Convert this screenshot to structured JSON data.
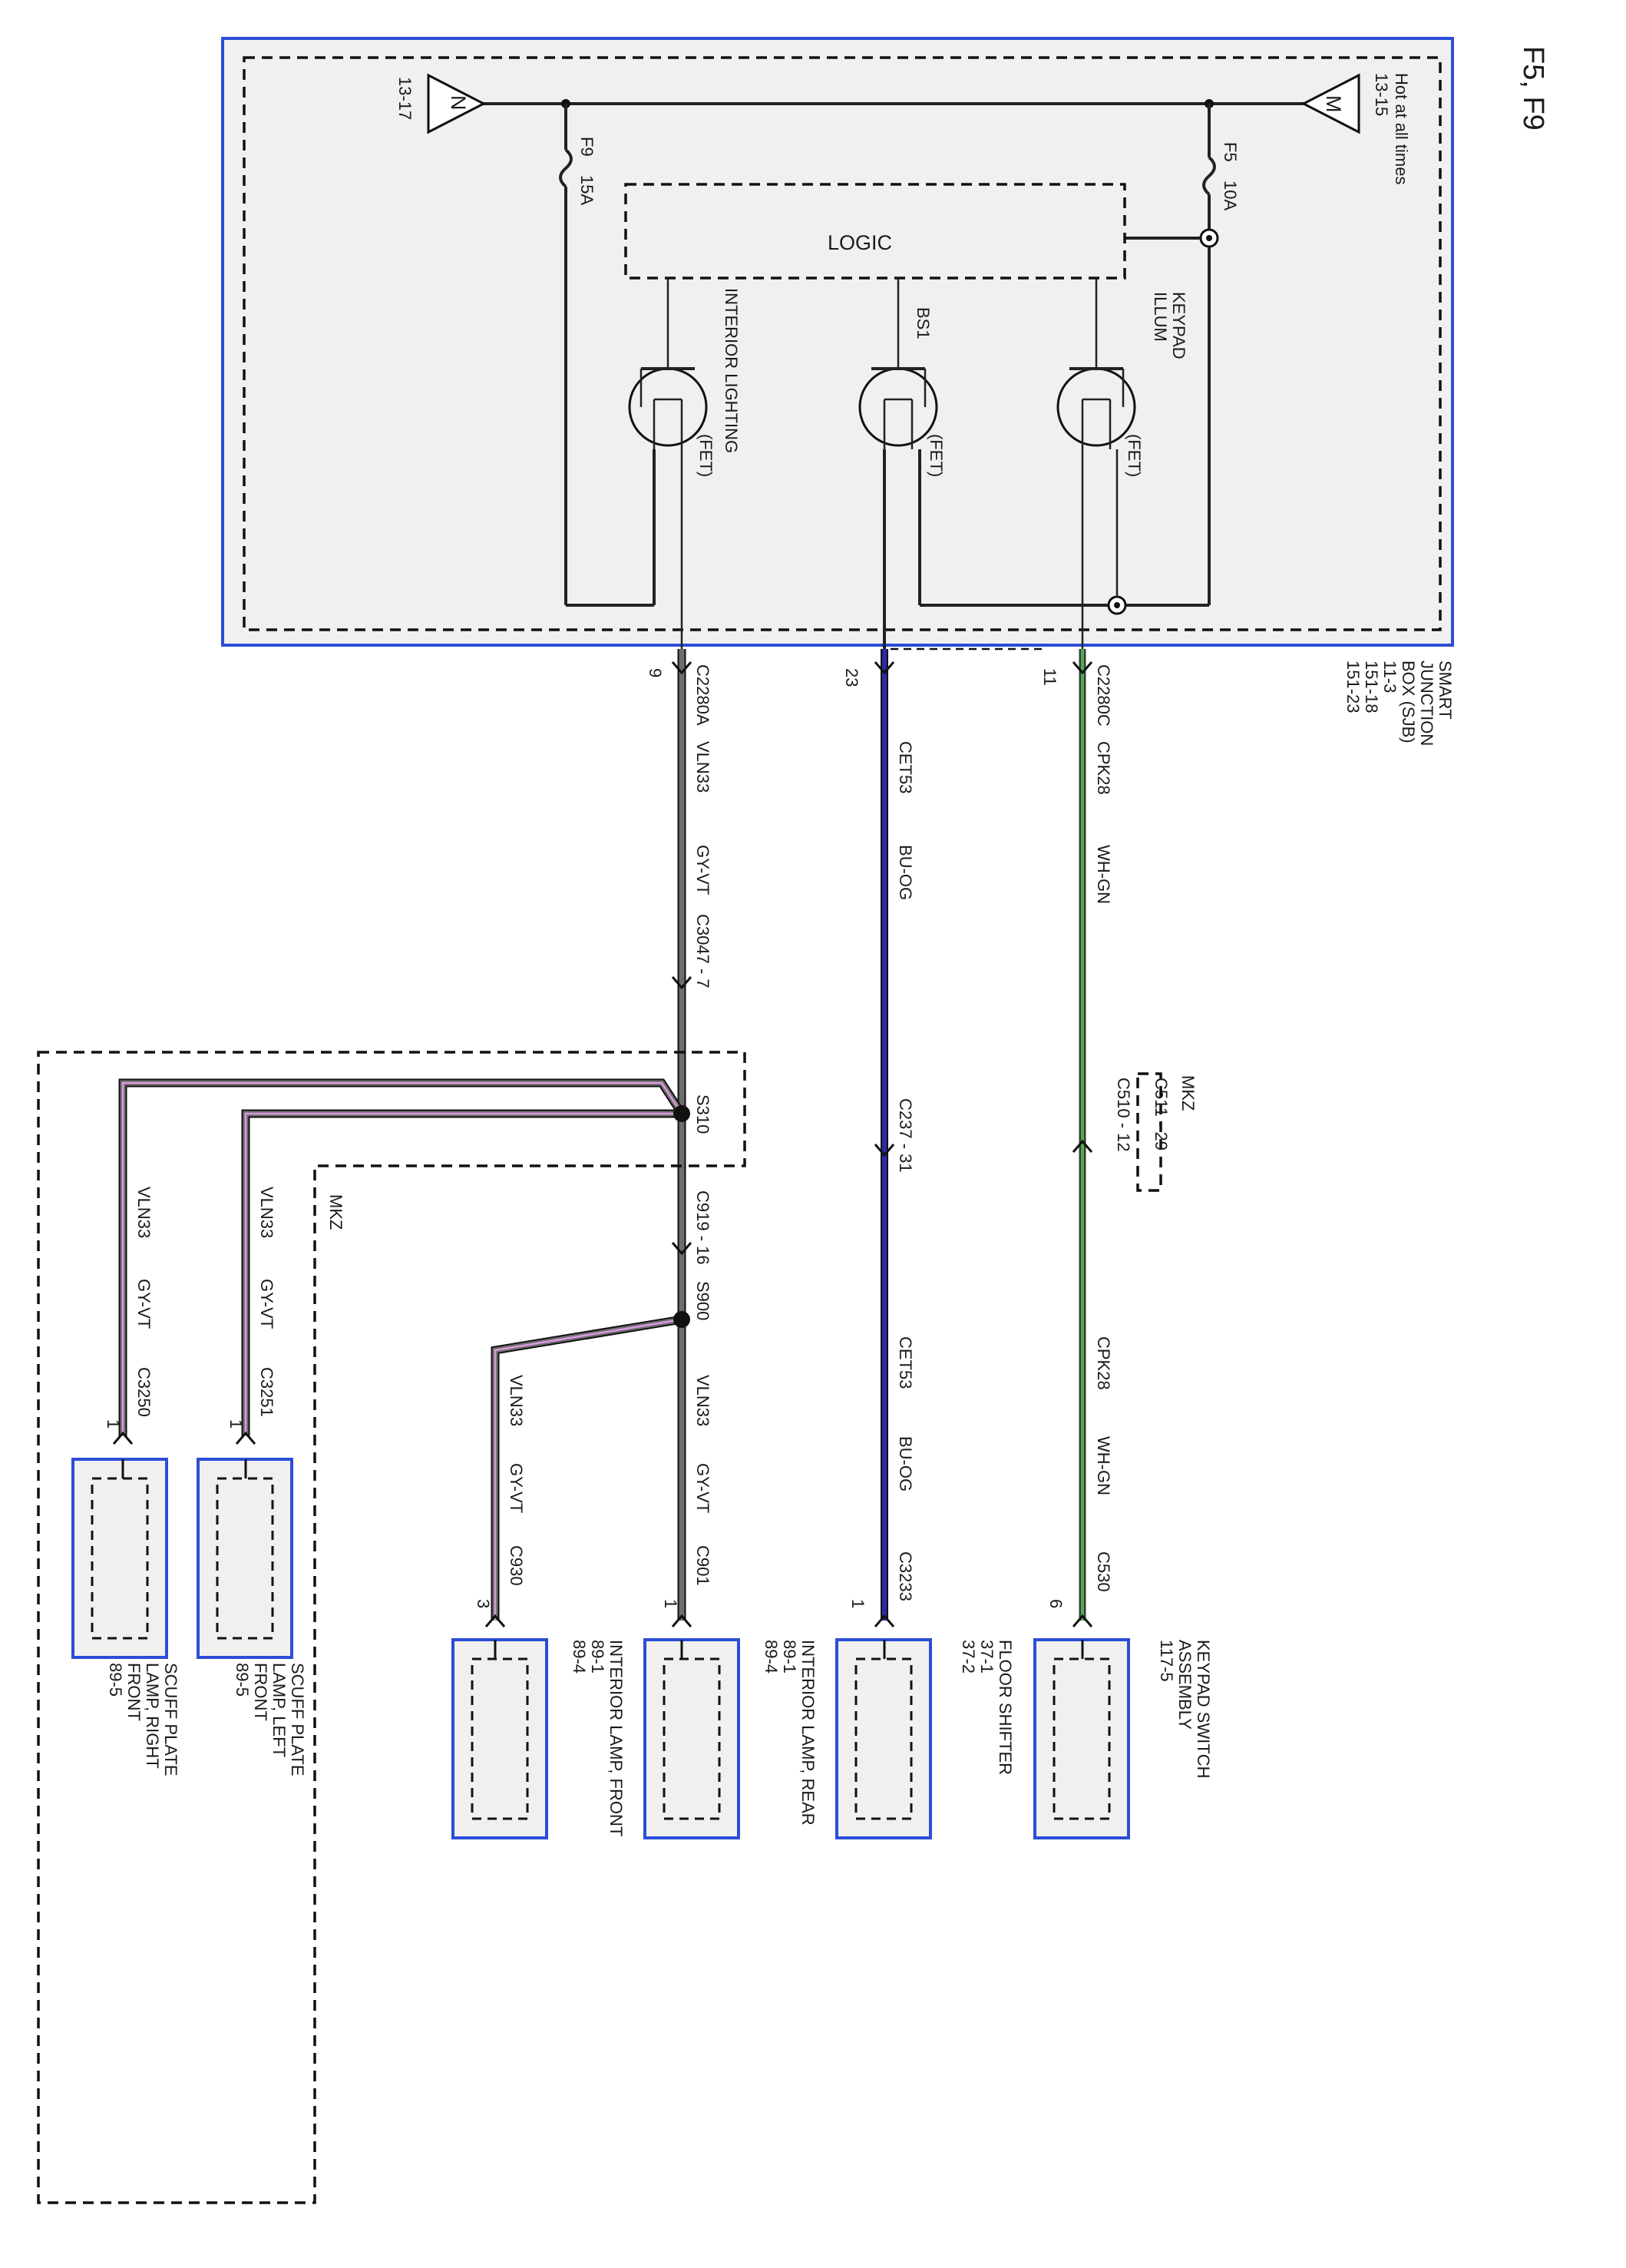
{
  "page_label": "F5, F9",
  "colors": {
    "border_blue": "#2b4dd6",
    "gy_vt_core": "#6e6e6e",
    "gy_vt_stripe": "#d99ae0",
    "bu_og_core": "#2b2ba8",
    "wh_gn": "#4cb04c",
    "sjb_fill": "#f0f0f0"
  },
  "sjb": {
    "name_lines": [
      "SMART",
      "JUNCTION",
      "BOX (SJB)",
      "11-3",
      "151-18",
      "151-23"
    ],
    "hot_at_all_times": "Hot at all times",
    "hot_ref": "13-15",
    "node_m": "M",
    "node_n": "N",
    "node_n_ref": "13-17",
    "fuse_f5": "F5",
    "fuse_f5_rating": "10A",
    "fuse_f9": "F9",
    "fuse_f9_rating": "15A",
    "logic": "LOGIC",
    "fet_keypad_label": "KEYPAD ILLUM",
    "fet_bs1_label": "BS1",
    "fet_interior_label": "INTERIOR LIGHTING",
    "fet_tag": "(FET)"
  },
  "circuits": {
    "keypad": {
      "pin": "11",
      "connector": "C2280C",
      "circuit": "CPK28",
      "color": "WH-GN",
      "mkz": "MKZ",
      "c511": "C511 - 29",
      "c510": "C510 - 12",
      "circuit2": "CPK28",
      "color2": "WH-GN",
      "end_connector": "C530",
      "end_pin": "6"
    },
    "shifter": {
      "pin": "23",
      "circuit": "CET53",
      "color": "BU-OG",
      "inline": "C237 - 31",
      "circuit2": "CET53",
      "color2": "BU-OG",
      "end_connector": "C3233",
      "end_pin": "1"
    },
    "interior": {
      "pin": "9",
      "connector": "C2280A",
      "circuit": "VLN33",
      "color": "GY-VT",
      "inline": "C3047 - 7",
      "splice1": "S310",
      "inline2": "C919 - 16",
      "splice2": "S900",
      "rear_circuit": "VLN33",
      "rear_color": "GY-VT",
      "rear_connector": "C901",
      "rear_pin": "1",
      "front_circuit": "VLN33",
      "front_color": "GY-VT",
      "front_connector": "C930",
      "front_pin": "3",
      "mkz": "MKZ",
      "left_circuit": "VLN33",
      "left_color": "GY-VT",
      "left_connector": "C3251",
      "left_pin": "1",
      "right_circuit": "VLN33",
      "right_color": "GY-VT",
      "right_connector": "C3250",
      "right_pin": "1"
    }
  },
  "components": {
    "keypad_switch": [
      "KEYPAD SWITCH",
      "ASSEMBLY",
      "117-5"
    ],
    "floor_shifter": [
      "FLOOR SHIFTER",
      "37-1",
      "37-2"
    ],
    "lamp_rear": [
      "INTERIOR LAMP, REAR",
      "89-1",
      "89-4"
    ],
    "lamp_front": [
      "INTERIOR LAMP, FRONT",
      "89-1",
      "89-4"
    ],
    "scuff_left": [
      "SCUFF PLATE",
      "LAMP, LEFT",
      "FRONT",
      "89-5"
    ],
    "scuff_right": [
      "SCUFF PLATE",
      "LAMP, RIGHT",
      "FRONT",
      "89-5"
    ]
  }
}
